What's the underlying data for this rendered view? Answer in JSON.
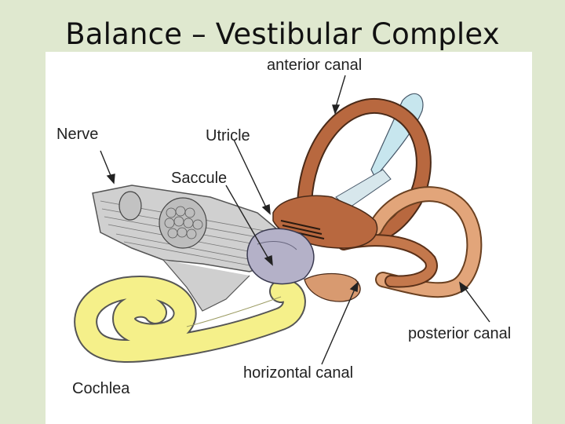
{
  "slide": {
    "title": "Balance – Vestibular Complex"
  },
  "labels": {
    "anterior_canal": "anterior canal",
    "nerve": "Nerve",
    "utricle": "Utricle",
    "saccule": "Saccule",
    "posterior_canal": "posterior canal",
    "horizontal_canal": "horizontal canal",
    "cochlea": "Cochlea"
  },
  "colors": {
    "background": "#dfe8cf",
    "canal": "#b8683f",
    "canal_light": "#e2a57a",
    "cochlea": "#f5f08a",
    "membrane": "#c7e6ee",
    "saccule": "#b4b1c8",
    "nerve": "#cfcfcf"
  }
}
